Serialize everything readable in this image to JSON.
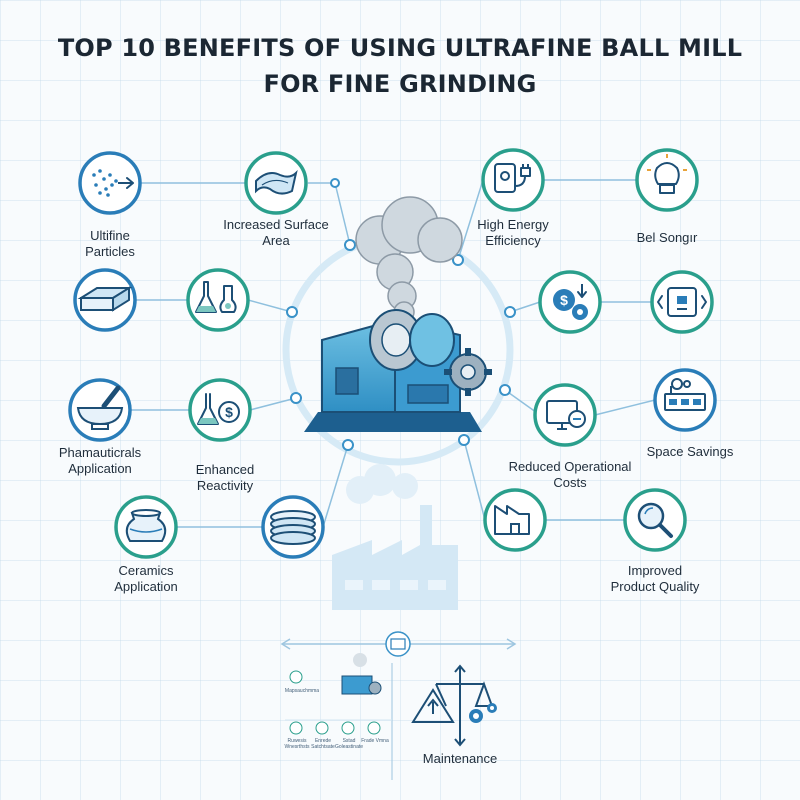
{
  "title": {
    "line1": "TOP 10 BENEFITS OF USING ULTRAFINE BALL MILL",
    "line2": "FOR FINE GRINDING"
  },
  "benefits": [
    {
      "icon": "particles-icon",
      "lines": [
        "Ultifine",
        "Particles"
      ]
    },
    {
      "icon": "surface-sheet-icon",
      "lines": [
        "Increased Surface",
        "Area"
      ]
    },
    {
      "icon": "energy-plug-icon",
      "lines": [
        "High Energy",
        "Efficiency"
      ]
    },
    {
      "icon": "lightbulb-icon",
      "lines": [
        "Bel Songır"
      ]
    },
    {
      "icon": "material-block-icon",
      "lines": []
    },
    {
      "icon": "flasks-icon",
      "lines": []
    },
    {
      "icon": "cost-gear-icon",
      "lines": []
    },
    {
      "icon": "code-frame-icon",
      "lines": []
    },
    {
      "icon": "mortar-pestle-icon",
      "lines": [
        "Phamauticrals",
        "Application"
      ]
    },
    {
      "icon": "flask-dollar-icon",
      "lines": [
        "Enhanced",
        "Reactivity"
      ]
    },
    {
      "icon": "monitor-icon",
      "lines": [
        "Reduced Operational",
        "Costs"
      ]
    },
    {
      "icon": "factory-unit-icon",
      "lines": [
        "Space Savings"
      ]
    },
    {
      "icon": "ceramic-pot-icon",
      "lines": [
        "Ceramics",
        "Application"
      ]
    },
    {
      "icon": "disc-stack-icon",
      "lines": []
    },
    {
      "icon": "building-icon",
      "lines": []
    },
    {
      "icon": "magnifier-icon",
      "lines": [
        "Improved",
        "Product Quality"
      ]
    }
  ],
  "bottom": {
    "maintenance_label": "Maintenance",
    "mini_label": "Mapsauchmma",
    "mini_items": [
      "Ruwesis Wnesrthsts",
      "Enrede Satchtsate",
      "Sstad Goleastinate",
      "Frade Vmna"
    ]
  },
  "colors": {
    "teal": "#2a9f8c",
    "blue": "#2a7db8",
    "light_blue": "#cfe6f5",
    "dark_blue": "#1d4f76"
  }
}
